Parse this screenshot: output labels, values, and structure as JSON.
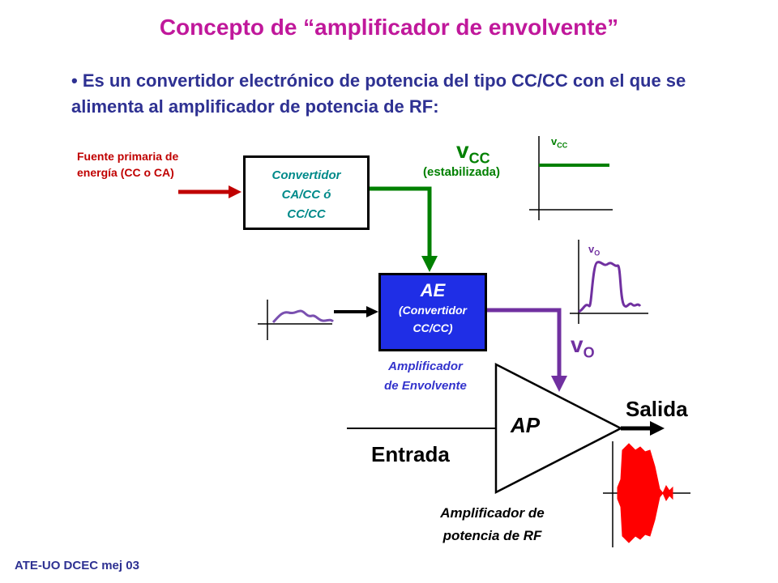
{
  "title": "Concepto de “amplificador de envolvente”",
  "bullet": "• Es un convertidor electrónico de potencia del tipo CC/CC con el que se alimenta al amplificador de potencia de RF:",
  "fuente": {
    "line1": "Fuente primaria de",
    "line2": "energía (CC o CA)"
  },
  "converter": {
    "line1": "Convertidor",
    "line2": "CA/CC ó",
    "line3": "CC/CC"
  },
  "vcc": {
    "base": "v",
    "sub": "CC",
    "note": "(estabilizada)"
  },
  "vcc_plot": {
    "base": "v",
    "sub": "CC"
  },
  "ae": {
    "name": "AE",
    "line1": "(Convertidor",
    "line2": "CC/CC)",
    "caption1": "Amplificador",
    "caption2": "de Envolvente"
  },
  "vo_plot": {
    "base": "v",
    "sub": "O"
  },
  "vo": {
    "base": "v",
    "sub": "O"
  },
  "ap": {
    "name": "AP",
    "caption1": "Amplificador de",
    "caption2": "potencia de RF"
  },
  "salida": "Salida",
  "entrada": "Entrada",
  "footer": "ATE-UO DCEC mej 03",
  "colors": {
    "title": "#c0189b",
    "text": "#2e3192",
    "red": "#c00000",
    "green": "#008000",
    "purple": "#7030a0",
    "ae_fill": "#1f2ee6",
    "rf": "#ff0000"
  }
}
